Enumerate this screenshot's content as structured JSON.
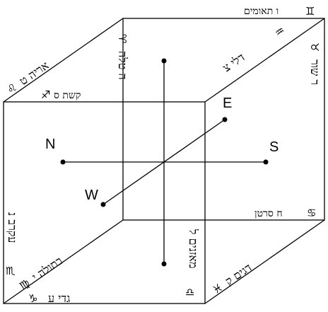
{
  "cube": {
    "top_edge": {
      "gemini": "ו תאומים",
      "gemini_symbol": "♊"
    },
    "upper_left_edge": {
      "leo": "אריה ט",
      "leo_symbol": "♌"
    },
    "upper_right_edge": {
      "aquarius": "דלי צ",
      "aquarius_symbol": "♒"
    },
    "front_top_edge": {
      "sagittarius": "קשת ס",
      "sagittarius_symbol": "♐"
    },
    "back_left_vertical": {
      "aries": "ה טלה",
      "aries_symbol": "♈"
    },
    "right_vertical": {
      "taurus": "ר שור",
      "taurus_symbol": "♉"
    },
    "left_vertical": {
      "scorpio": "עקרב נ",
      "scorpio_symbol": "♏"
    },
    "back_right_horizontal": {
      "cancer": "ח סרטן",
      "cancer_symbol": "♋"
    },
    "lower_left_edge": {
      "virgo": "בתולה י",
      "virgo_symbol": "♍"
    },
    "front_right_vertical": {
      "libra": "מאזנים ל",
      "libra_symbol": "♎"
    },
    "lower_right_edge": {
      "pisces": "דגים ק",
      "pisces_symbol": "♓"
    },
    "bottom_edge": {
      "capricorn": "גדי ע",
      "capricorn_symbol": "♑"
    }
  },
  "directions": {
    "north": "N",
    "south": "S",
    "east": "E",
    "west": "W"
  }
}
